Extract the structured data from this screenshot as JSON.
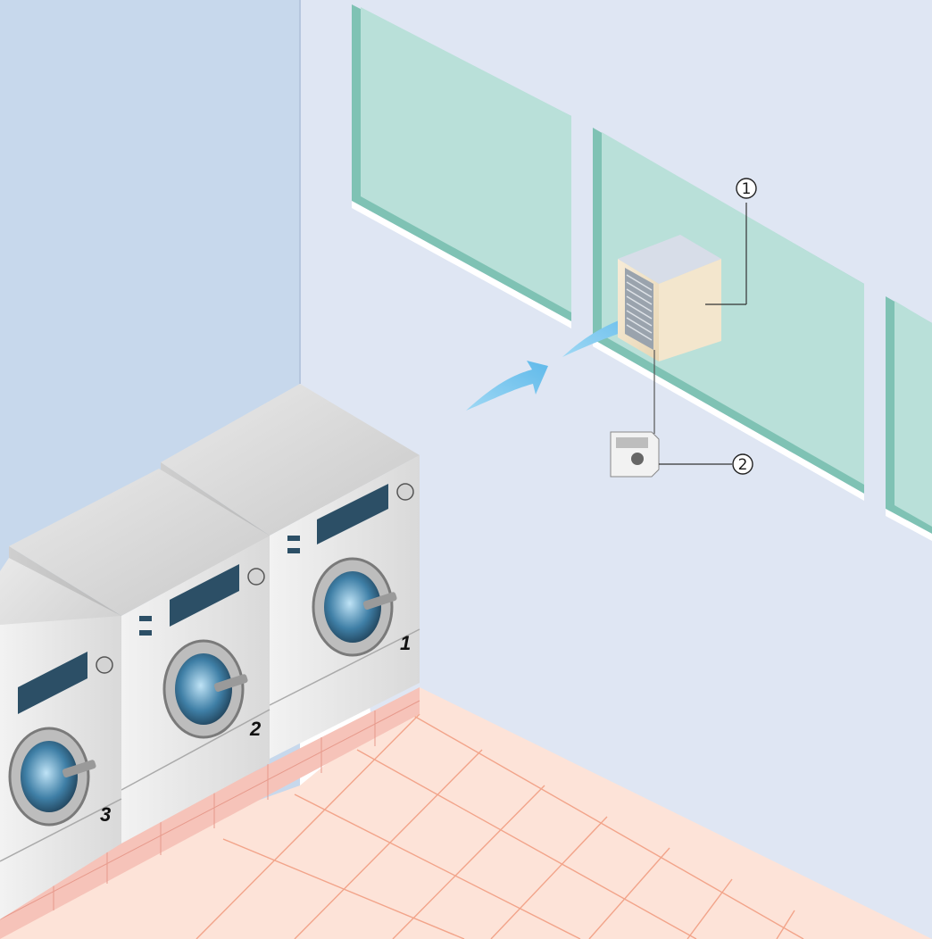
{
  "callouts": [
    {
      "label": "1",
      "target": "exhaust-fan"
    },
    {
      "label": "2",
      "target": "fan-controller"
    }
  ],
  "machines": [
    {
      "number": "1"
    },
    {
      "number": "2"
    },
    {
      "number": "3"
    }
  ],
  "colors": {
    "left_wall": "#c7d8ec",
    "right_wall": "#dfe6f3",
    "window_glass": "#b9e0d9",
    "window_frame": "#7fc2b4",
    "floor": "#fde3d8",
    "floor_lines": "#f2a48a",
    "airflow_arrow": "#7ec8ee",
    "fan_body": "#efe2c9",
    "machine_body": "#e6e6e6",
    "control_panel": "#2c4f66"
  },
  "icons": [
    "exhaust-fan-icon",
    "fan-controller-icon",
    "airflow-arrow-icon",
    "washing-machine-icon"
  ]
}
